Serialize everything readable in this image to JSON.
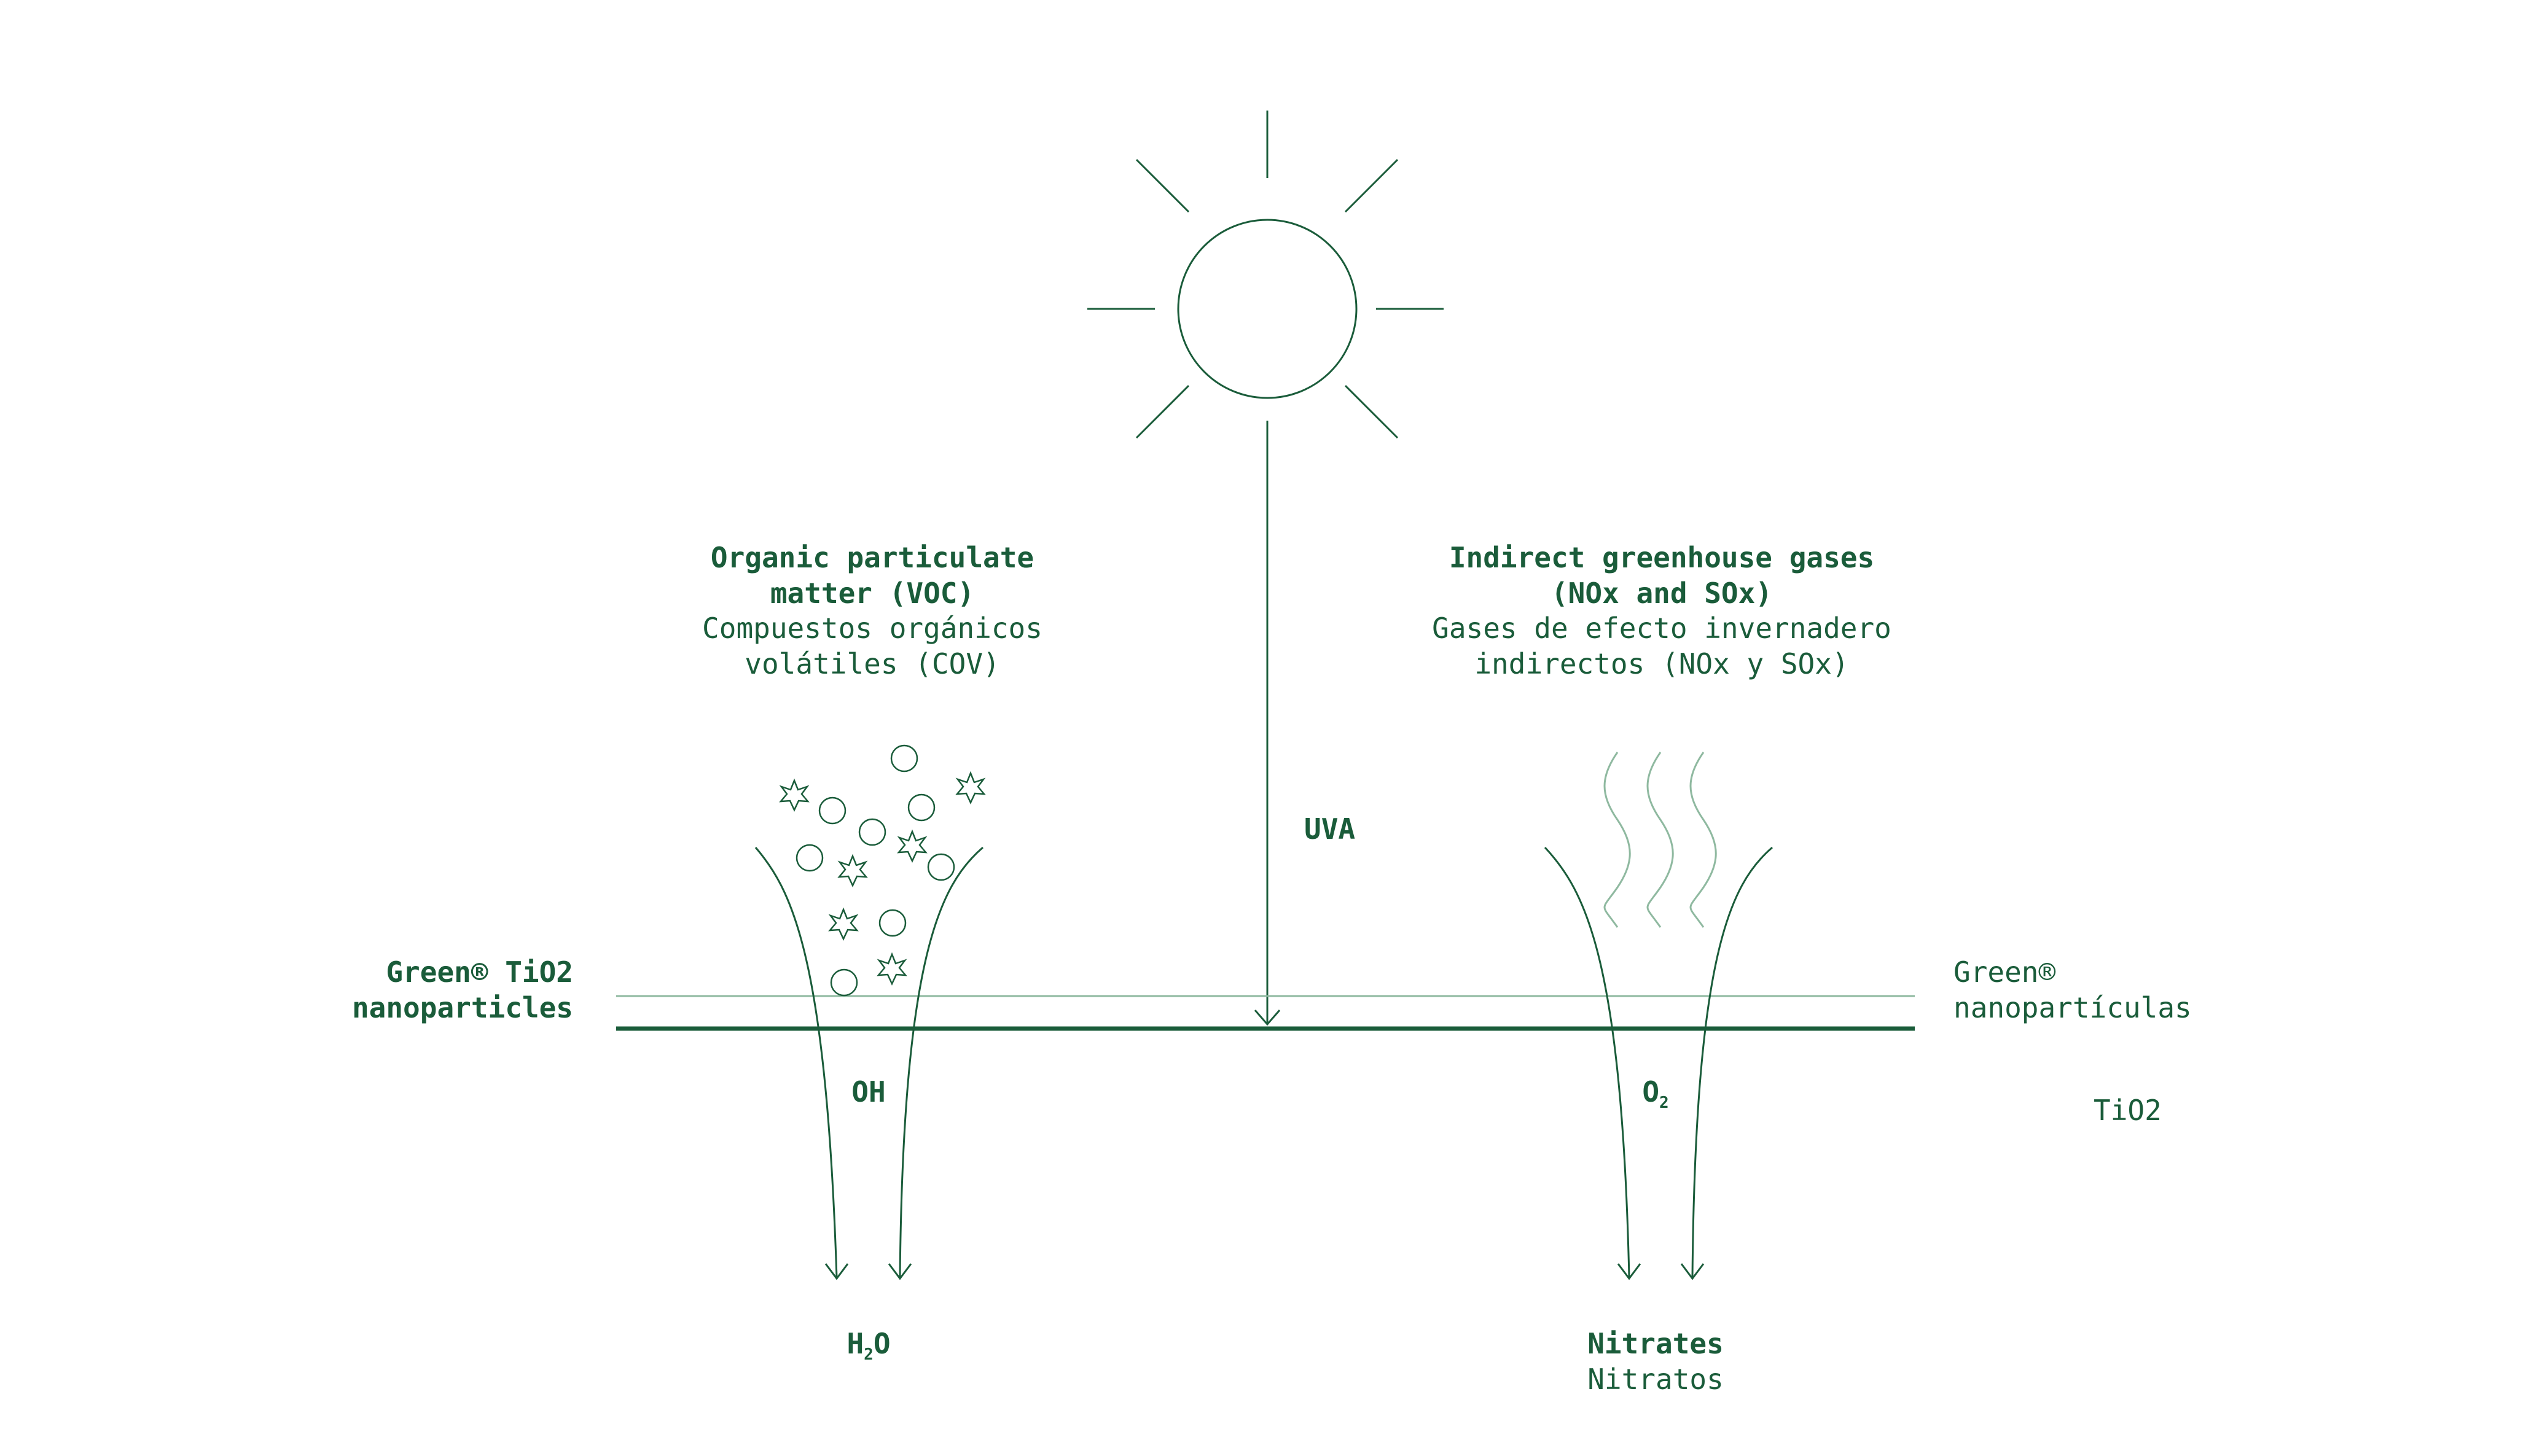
{
  "colors": {
    "primary": "#1a5c3a",
    "light_line": "#8fb9a0",
    "background": "#ffffff"
  },
  "labels": {
    "voc": {
      "title_line1": "Organic particulate",
      "title_line2": "matter (VOC)",
      "sub_line1": "Compuestos orgánicos",
      "sub_line2": "volátiles (COV)"
    },
    "ghg": {
      "title_line1": "Indirect greenhouse gases",
      "title_line2": "(NOx and SOx)",
      "sub_line1": "Gases de efecto invernadero",
      "sub_line2": "indirectos (NOx y SOx)"
    },
    "uva": "UVA",
    "tio2_left": {
      "line1": "Green® TiO2",
      "line2": "nanoparticles"
    },
    "tio2_right": {
      "line1": "Green®",
      "line2": "nanopartículas",
      "line3": "TiO2"
    },
    "oh": "OH",
    "o2": {
      "base": "O",
      "sub": "2"
    },
    "h2o": {
      "a": "H",
      "sub": "2",
      "b": "O"
    },
    "nitrates": {
      "title": "Nitrates",
      "sub": "Nitratos"
    }
  }
}
